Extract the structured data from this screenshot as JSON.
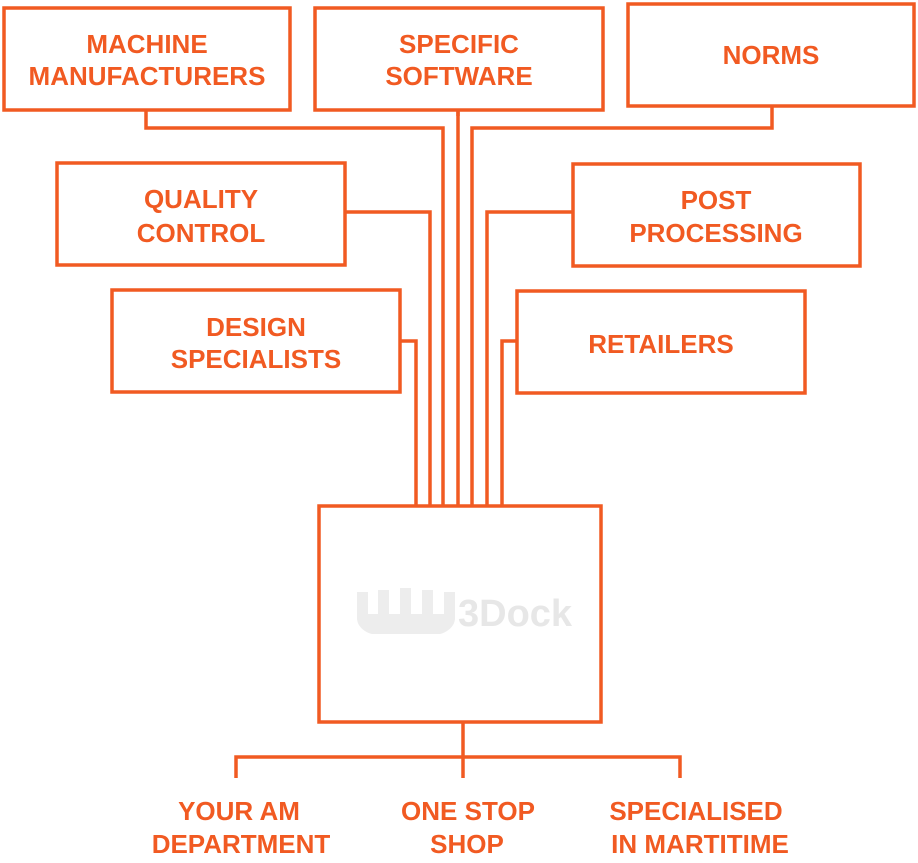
{
  "colors": {
    "accent": "#f15a22",
    "logo": "#e8e8e8"
  },
  "nodes": {
    "machine_manufacturers": [
      "MACHINE",
      "MANUFACTURERS"
    ],
    "specific_software": [
      "SPECIFIC",
      "SOFTWARE"
    ],
    "norms": [
      "NORMS"
    ],
    "quality_control": [
      "QUALITY",
      "CONTROL"
    ],
    "post_processing": [
      "POST",
      "PROCESSING"
    ],
    "design_specialists": [
      "DESIGN",
      "SPECIALISTS"
    ],
    "retailers": [
      "RETAILERS"
    ]
  },
  "center": {
    "logo_text": "3Dock"
  },
  "outputs": {
    "your_am_department": [
      "YOUR AM",
      "DEPARTMENT"
    ],
    "one_stop_shop": [
      "ONE STOP",
      "SHOP"
    ],
    "specialised_in_maritime": [
      "SPECIALISED",
      "IN MARTITIME"
    ]
  }
}
